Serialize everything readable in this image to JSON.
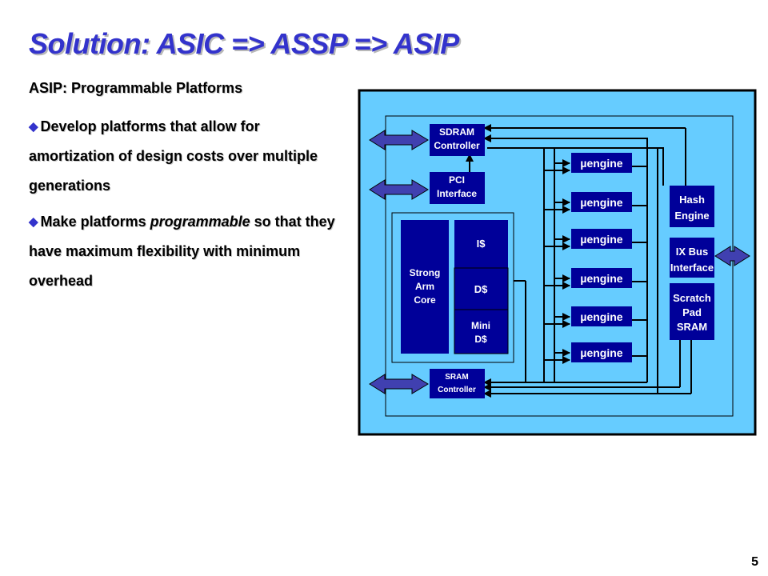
{
  "slide": {
    "title": "Solution: ASIC => ASSP => ASIP",
    "subtitle": "ASIP:  Programmable Platforms",
    "bullet_1": "Develop platforms that allow for amortization of design costs over multiple generations",
    "bullet_2_before": "Make platforms ",
    "bullet_2_emphasis": "programmable",
    "bullet_2_after": " so that they have maximum flexibility with minimum overhead",
    "bullet_icon": "diamond-bullet-icon",
    "page_number": "5"
  },
  "colors": {
    "title": "#3333cc",
    "diagram_background": "#66ccff",
    "block_fill": "#000099",
    "arrow_fill": "#4040b0"
  },
  "diagram": {
    "sdram_line1": "SDRAM",
    "sdram_line2": "Controller",
    "pci_line1": "PCI",
    "pci_line2": "Interface",
    "strongarm_line1": "Strong",
    "strongarm_line2": "Arm",
    "strongarm_line3": "Core",
    "icache": "I$",
    "dcache": "D$",
    "minidcache_line1": "Mini",
    "minidcache_line2": "D$",
    "sram_line1": "SRAM",
    "sram_line2": "Controller",
    "microengine_mu": "µ",
    "microengine_text": "engine",
    "hash_line1": "Hash",
    "hash_line2": "Engine",
    "ixbus_line1": "IX Bus",
    "ixbus_line2": "Interface",
    "scratch_line1": "Scratch",
    "scratch_line2": "Pad",
    "scratch_line3": "SRAM"
  }
}
